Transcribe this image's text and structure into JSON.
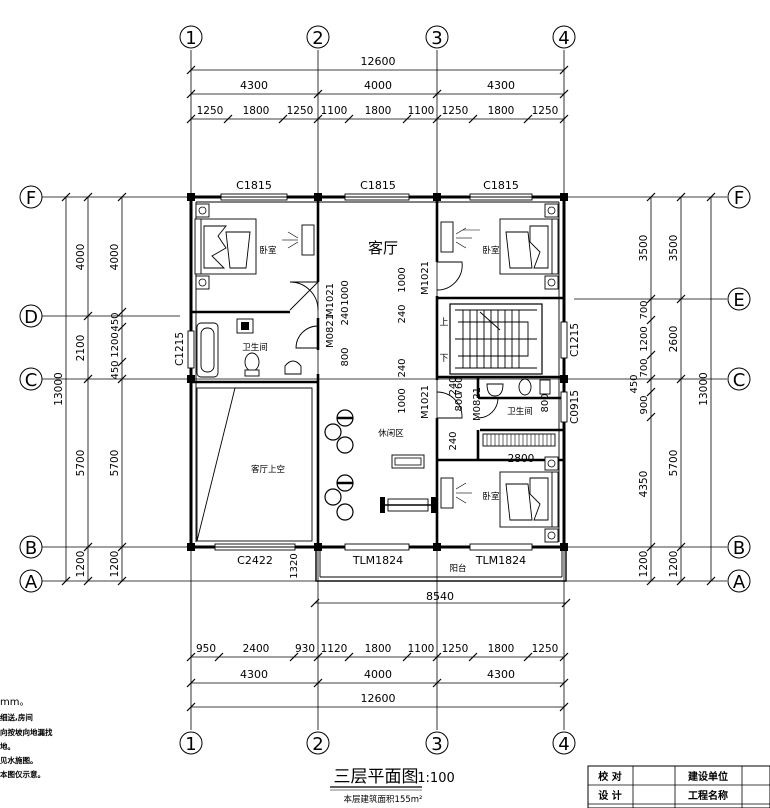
{
  "drawing": {
    "title": "三层平面图",
    "scale": "1:100",
    "area_note": "本层建筑面积155m²",
    "notes": [
      "mm。",
      "细送,房间",
      "向按坡向地漏找",
      "地。",
      "见水施图。",
      "本图仅示意。"
    ]
  },
  "axes": {
    "vertical": [
      "1",
      "2",
      "3",
      "4"
    ],
    "left": [
      "F",
      "D",
      "C",
      "B",
      "A"
    ],
    "right": [
      "F",
      "E",
      "C",
      "B",
      "A"
    ]
  },
  "dimensions": {
    "top_total": "12600",
    "top_bays": [
      "4300",
      "4000",
      "4300"
    ],
    "top_parts": [
      "1250",
      "1800",
      "1250",
      "1100",
      "1800",
      "1100",
      "1250",
      "1800",
      "1250"
    ],
    "bottom_parts": [
      "950",
      "2400",
      "930",
      "1120",
      "1800",
      "1100",
      "1250",
      "1800",
      "1250"
    ],
    "bottom_bays": [
      "4300",
      "4000",
      "4300"
    ],
    "bottom_total": "12600",
    "balcony_width": "8540",
    "left_inner": [
      "4000",
      "2100",
      "5700",
      "1200"
    ],
    "left_mid": [
      "4000",
      "450",
      "1200",
      "450",
      "5700",
      "1200"
    ],
    "left_total": "13000",
    "right_inner": [
      "3500",
      "700",
      "1200",
      "700",
      "450",
      "900",
      "4350",
      "1200"
    ],
    "right_mid": [
      "3500",
      "2600",
      "5700",
      "1200"
    ],
    "right_total": "13000"
  },
  "labels": {
    "window_top": [
      "C1815",
      "C1815",
      "C1815"
    ],
    "window_side_left": "C1215",
    "window_side_right": "C1215",
    "window_right_bath": "C0915",
    "window_bottom": "C2422",
    "sliding_doors": [
      "TLM1824",
      "TLM1824"
    ],
    "doors": [
      "M1021",
      "M1021",
      "M0821",
      "M1021",
      "M0821"
    ],
    "door_dims": [
      "1000",
      "240",
      "1000",
      "240",
      "800",
      "240",
      "1000",
      "240",
      "800",
      "760",
      "240",
      "800",
      "2800",
      "1320"
    ]
  },
  "rooms": {
    "bedroom_nw": "卧室",
    "bedroom_ne": "卧室",
    "bedroom_se": "卧室",
    "living": "客厅",
    "bath_left": "卫生间",
    "bath_right": "卫生间",
    "void": "客厅上空",
    "leisure": "休闲区",
    "balcony": "阳台",
    "stair_up": "上",
    "stair_down": "下"
  },
  "title_block": {
    "rows": [
      [
        "校  对",
        "",
        "建设单位",
        ""
      ],
      [
        "设  计",
        "",
        "工程名称",
        ""
      ]
    ]
  }
}
